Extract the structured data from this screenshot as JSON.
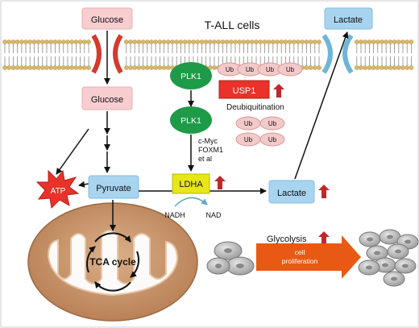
{
  "title": "T-ALL cells",
  "labels": {
    "glucose_outside": "Glucose",
    "glucose_inside": "Glucose",
    "lactate_outside": "Lactate",
    "lactate_inside": "Lactate",
    "pyruvate": "Pyruvate",
    "atp": "ATP",
    "plk1_top": "PLK1",
    "plk1_bottom": "PLK1",
    "usp1": "USP1",
    "deubiquitination": "Deubiquitination",
    "ldha": "LDHA",
    "nadh": "NADH",
    "nad": "NAD",
    "cmyc": "c-Myc",
    "foxm1": "FOXM1",
    "etal": "et al",
    "tca": "TCA cycle",
    "glycolysis": "Glycolysis",
    "cell_prolif_1": "cell",
    "cell_prolif_2": "proliferation",
    "ub": "Ub"
  },
  "colors": {
    "glucose_box": "#f7cdd0",
    "lactate_box": "#a8d4ef",
    "pyruvate_box": "#a8d4ef",
    "plk1": "#1f9a48",
    "usp1": "#e8322a",
    "ldha": "#e6e619",
    "atp": "#e8322a",
    "ub": "#f3c9c9",
    "mitochondria": "#c6946a",
    "membrane_head": "#d8b86a",
    "up_arrow": "#c0282b",
    "prolif_arrow": "#e85a14",
    "cell": "#c8c8c8"
  }
}
